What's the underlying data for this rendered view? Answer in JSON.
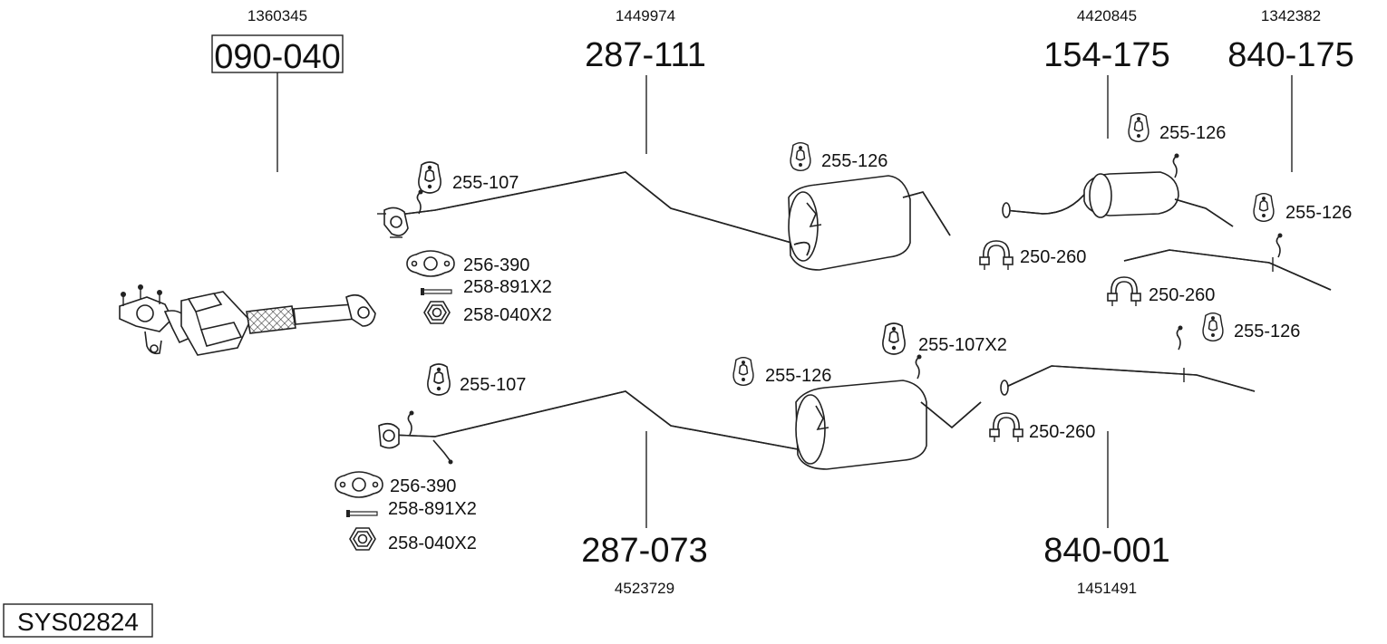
{
  "system_code": "SYS02824",
  "main_parts": [
    {
      "id": "p1",
      "code": "090-040",
      "ref": "1360345",
      "boxed": true
    },
    {
      "id": "p2",
      "code": "287-111",
      "ref": "1449974",
      "boxed": false
    },
    {
      "id": "p3",
      "code": "154-175",
      "ref": "4420845",
      "boxed": false
    },
    {
      "id": "p4",
      "code": "840-175",
      "ref": "1342382",
      "boxed": false
    },
    {
      "id": "p5",
      "code": "287-073",
      "ref": "4523729",
      "boxed": false
    },
    {
      "id": "p6",
      "code": "840-001",
      "ref": "1451491",
      "boxed": false
    }
  ],
  "accessories": [
    {
      "id": "a1",
      "code": "255-107",
      "icon": "rubber-hanger-icon"
    },
    {
      "id": "a2",
      "code": "255-126",
      "icon": "rubber-hanger-icon"
    },
    {
      "id": "a3",
      "code": "256-390",
      "icon": "flange-gasket-icon"
    },
    {
      "id": "a4",
      "code": "258-891X2",
      "icon": "bolt-icon"
    },
    {
      "id": "a5",
      "code": "258-040X2",
      "icon": "hex-nut-icon"
    },
    {
      "id": "a6",
      "code": "255-126",
      "icon": "rubber-hanger-icon"
    },
    {
      "id": "a7",
      "code": "255-126",
      "icon": "rubber-hanger-icon"
    },
    {
      "id": "a8",
      "code": "250-260",
      "icon": "pipe-clamp-icon"
    },
    {
      "id": "a9",
      "code": "250-260",
      "icon": "pipe-clamp-icon"
    },
    {
      "id": "a10",
      "code": "255-107",
      "icon": "rubber-hanger-icon"
    },
    {
      "id": "a11",
      "code": "255-126",
      "icon": "rubber-hanger-icon"
    },
    {
      "id": "a12",
      "code": "255-107X2",
      "icon": "rubber-hanger-icon"
    },
    {
      "id": "a13",
      "code": "255-126",
      "icon": "rubber-hanger-icon"
    },
    {
      "id": "a14",
      "code": "250-260",
      "icon": "pipe-clamp-icon"
    },
    {
      "id": "a15",
      "code": "256-390",
      "icon": "flange-gasket-icon"
    },
    {
      "id": "a16",
      "code": "258-891X2",
      "icon": "bolt-icon"
    },
    {
      "id": "a17",
      "code": "258-040X2",
      "icon": "hex-nut-icon"
    }
  ]
}
